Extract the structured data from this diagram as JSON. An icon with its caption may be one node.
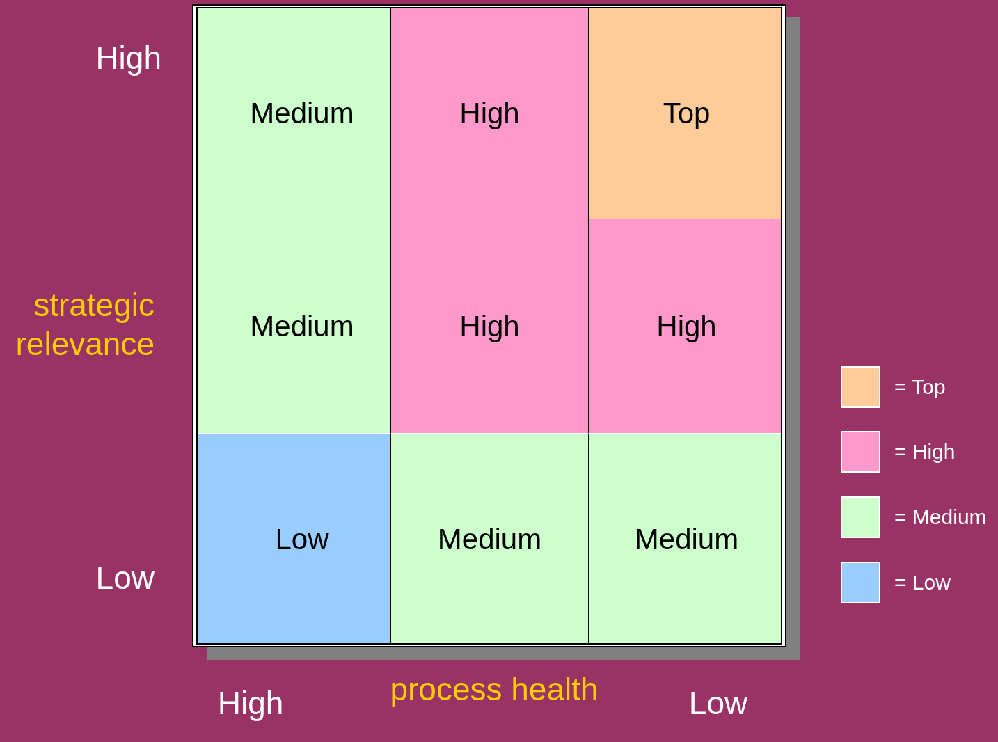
{
  "diagram": {
    "nodes": [
      {
        "text": [
          "Medium"
        ]
      },
      {
        "text": [
          "High"
        ]
      },
      {
        "text": [
          "Top"
        ]
      },
      {
        "text": [
          "Medium"
        ]
      },
      {
        "text": [
          "High"
        ]
      },
      {
        "text": [
          "High"
        ]
      },
      {
        "text": [
          "Low"
        ]
      },
      {
        "text": [
          "Medium"
        ]
      },
      {
        "text": [
          "Medium"
        ]
      }
    ],
    "labels": [
      "High",
      "strategic relevance",
      "Low",
      "High",
      "process health",
      "Low"
    ],
    "legend": [
      {
        "text": "= Top",
        "color": "#ffcc99"
      },
      {
        "text": "= High",
        "color": "#ff99cc"
      },
      {
        "text": "= Medium",
        "color": "#ccffcc"
      },
      {
        "text": "= Low",
        "color": "#99ccff"
      }
    ]
  }
}
